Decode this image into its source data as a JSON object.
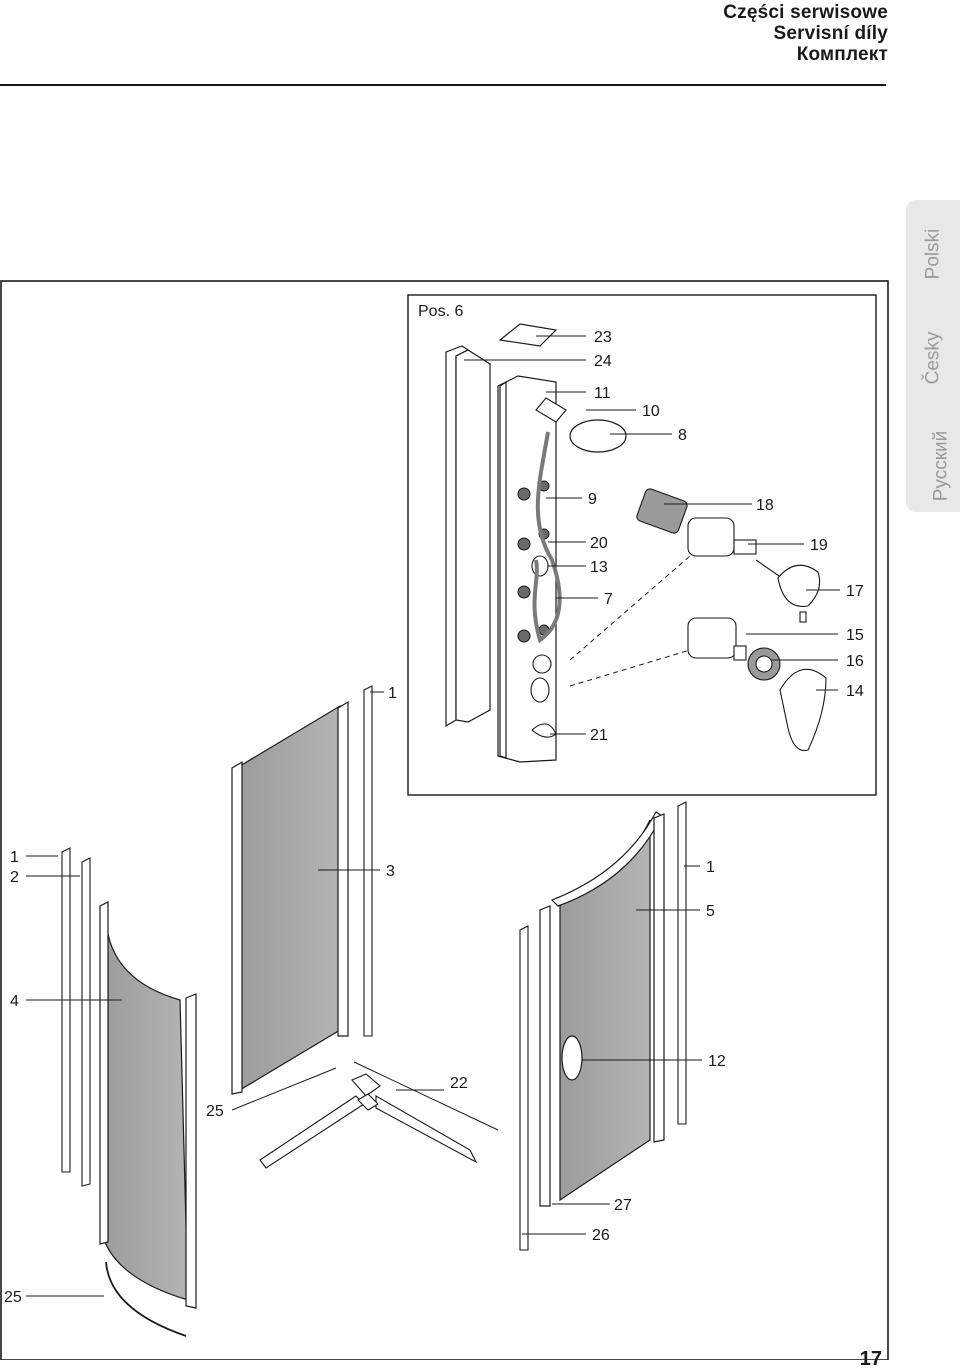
{
  "header": {
    "lines": [
      "Części serwisowe",
      "Servisní díly",
      "Комплект"
    ]
  },
  "language_tabs": [
    "Polski",
    "Česky",
    "Русский"
  ],
  "detail_box": {
    "title": "Pos. 6"
  },
  "callouts": {
    "c23": "23",
    "c24": "24",
    "c11": "11",
    "c10": "10",
    "c8": "8",
    "c9": "9",
    "c18": "18",
    "c20": "20",
    "c13": "13",
    "c19": "19",
    "c7": "7",
    "c17": "17",
    "c15": "15",
    "c16": "16",
    "c14": "14",
    "c21": "21",
    "c1a": "1",
    "c1b": "1",
    "c2": "2",
    "c3": "3",
    "c1c": "1",
    "c5": "5",
    "c4": "4",
    "c12": "12",
    "c22": "22",
    "c25a": "25",
    "c27": "27",
    "c26": "26",
    "c25b": "25"
  },
  "page_number": "17"
}
